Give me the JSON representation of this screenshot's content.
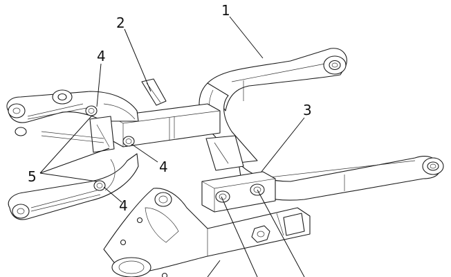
{
  "callouts": {
    "c1": "1",
    "c2": "2",
    "c3": "3",
    "c4a": "4",
    "c4b": "4",
    "c4c": "4",
    "c5": "5"
  }
}
